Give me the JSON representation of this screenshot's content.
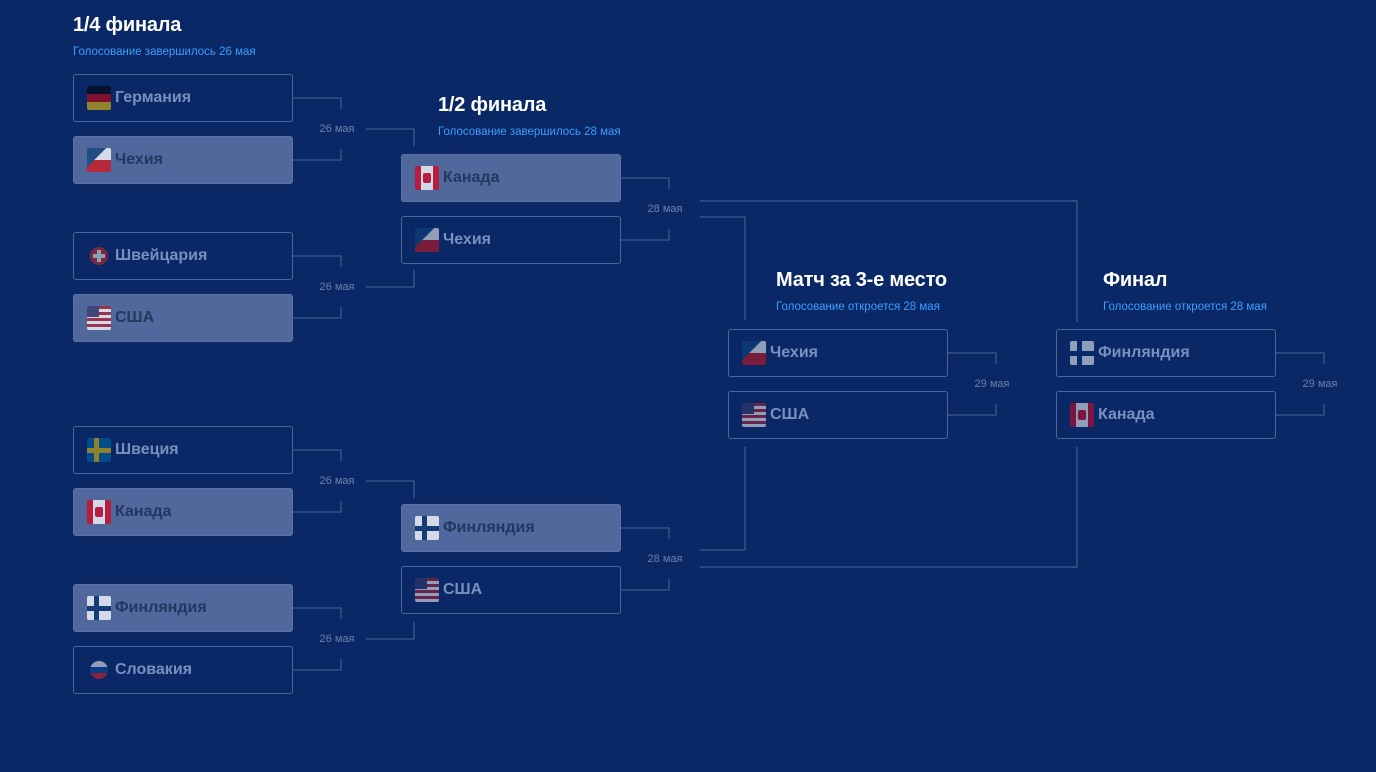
{
  "rounds": {
    "quarter": {
      "title": "1/4 финала",
      "subtitle": "Голосование завершилось 26 мая"
    },
    "semi": {
      "title": "1/2 финала",
      "subtitle": "Голосование завершилось 28 мая"
    },
    "third": {
      "title": "Матч за 3-е место",
      "subtitle": "Голосование откроется 28 мая"
    },
    "final": {
      "title": "Финал",
      "subtitle": "Голосование откроется 28 мая"
    }
  },
  "quarterfinals": [
    {
      "date": "26 мая",
      "teams": [
        {
          "name": "Германия",
          "flag": "germany-flag-icon",
          "winner": false
        },
        {
          "name": "Чехия",
          "flag": "czech-flag-icon",
          "winner": true
        }
      ]
    },
    {
      "date": "26 мая",
      "teams": [
        {
          "name": "Швейцария",
          "flag": "switzerland-flag-icon",
          "winner": false
        },
        {
          "name": "США",
          "flag": "usa-flag-icon",
          "winner": true
        }
      ]
    },
    {
      "date": "26 мая",
      "teams": [
        {
          "name": "Швеция",
          "flag": "sweden-flag-icon",
          "winner": false
        },
        {
          "name": "Канада",
          "flag": "canada-flag-icon",
          "winner": true
        }
      ]
    },
    {
      "date": "26 мая",
      "teams": [
        {
          "name": "Финляндия",
          "flag": "finland-flag-icon",
          "winner": true
        },
        {
          "name": "Словакия",
          "flag": "slovakia-flag-icon",
          "winner": false
        }
      ]
    }
  ],
  "semifinals": [
    {
      "date": "28 мая",
      "teams": [
        {
          "name": "Канада",
          "flag": "canada-flag-icon",
          "winner": true
        },
        {
          "name": "Чехия",
          "flag": "czech-flag-icon",
          "winner": false
        }
      ]
    },
    {
      "date": "28 мая",
      "teams": [
        {
          "name": "Финляндия",
          "flag": "finland-flag-icon",
          "winner": true
        },
        {
          "name": "США",
          "flag": "usa-flag-icon",
          "winner": false
        }
      ]
    }
  ],
  "third_place": {
    "date": "29 мая",
    "teams": [
      {
        "name": "Чехия",
        "flag": "czech-flag-icon",
        "winner": false
      },
      {
        "name": "США",
        "flag": "usa-flag-icon",
        "winner": false
      }
    ]
  },
  "final": {
    "date": "29 мая",
    "teams": [
      {
        "name": "Финляндия",
        "flag": "finland-flag-icon",
        "winner": false
      },
      {
        "name": "Канада",
        "flag": "canada-flag-icon",
        "winner": false
      }
    ]
  },
  "colors": {
    "background": "#0a2866",
    "accent": "#3d9dff",
    "winner_fill": "#50689c",
    "border": "#4c6699"
  }
}
